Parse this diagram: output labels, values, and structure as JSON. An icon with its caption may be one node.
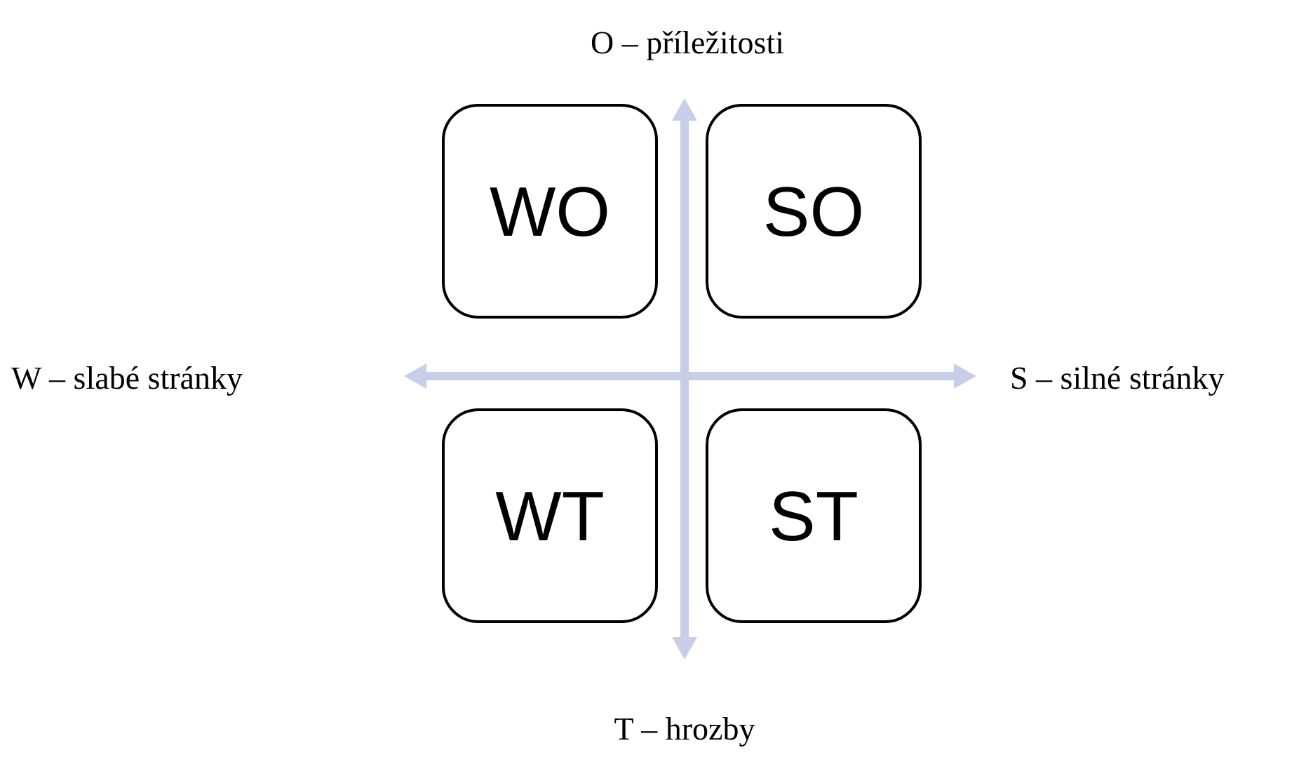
{
  "diagram": {
    "nodes": [
      {
        "text": [
          "WO"
        ]
      },
      {
        "text": [
          "SO"
        ]
      },
      {
        "text": [
          "WT"
        ]
      },
      {
        "text": [
          "ST"
        ]
      }
    ],
    "labels": [
      "O – příležitosti",
      "W – slabé stránky",
      "S – silné stránky",
      "T – hrozby"
    ]
  }
}
